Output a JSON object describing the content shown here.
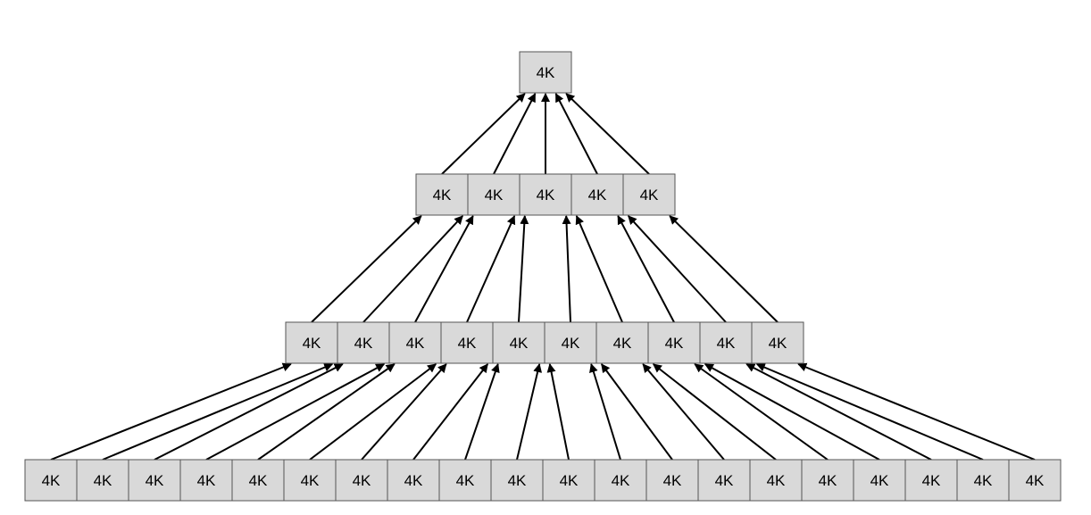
{
  "colors": {
    "block_fill": "#d9d9d9",
    "block_border": "#555555",
    "arrow": "#000000",
    "background": "#ffffff"
  },
  "levels": [
    {
      "name": "root",
      "blocks": [
        "4K"
      ]
    },
    {
      "name": "level-1",
      "blocks": [
        "4K",
        "4K",
        "4K",
        "4K",
        "4K"
      ]
    },
    {
      "name": "level-2",
      "blocks": [
        "4K",
        "4K",
        "4K",
        "4K",
        "4K",
        "4K",
        "4K",
        "4K",
        "4K",
        "4K"
      ]
    },
    {
      "name": "level-3",
      "blocks": [
        "4K",
        "4K",
        "4K",
        "4K",
        "4K",
        "4K",
        "4K",
        "4K",
        "4K",
        "4K",
        "4K",
        "4K",
        "4K",
        "4K",
        "4K",
        "4K",
        "4K",
        "4K",
        "4K",
        "4K"
      ]
    }
  ],
  "edges_direction": "child-to-parent"
}
